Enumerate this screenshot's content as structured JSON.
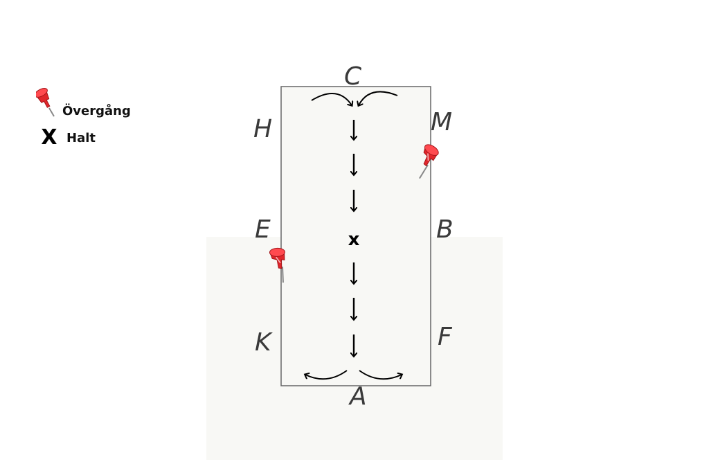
{
  "letters": {
    "C": "C",
    "A": "A",
    "H": "H",
    "E": "E",
    "K": "K",
    "M": "M",
    "B": "B",
    "F": "F"
  },
  "center_marker": "x",
  "legend": {
    "transition_label": "Övergång",
    "halt_symbol": "X",
    "halt_label": "Halt"
  },
  "colors": {
    "pin_red": "#e0262b",
    "arena_border": "#666666",
    "arrow": "#000000"
  },
  "icons": {
    "transition": "pushpin-icon",
    "halt": "x-mark"
  }
}
